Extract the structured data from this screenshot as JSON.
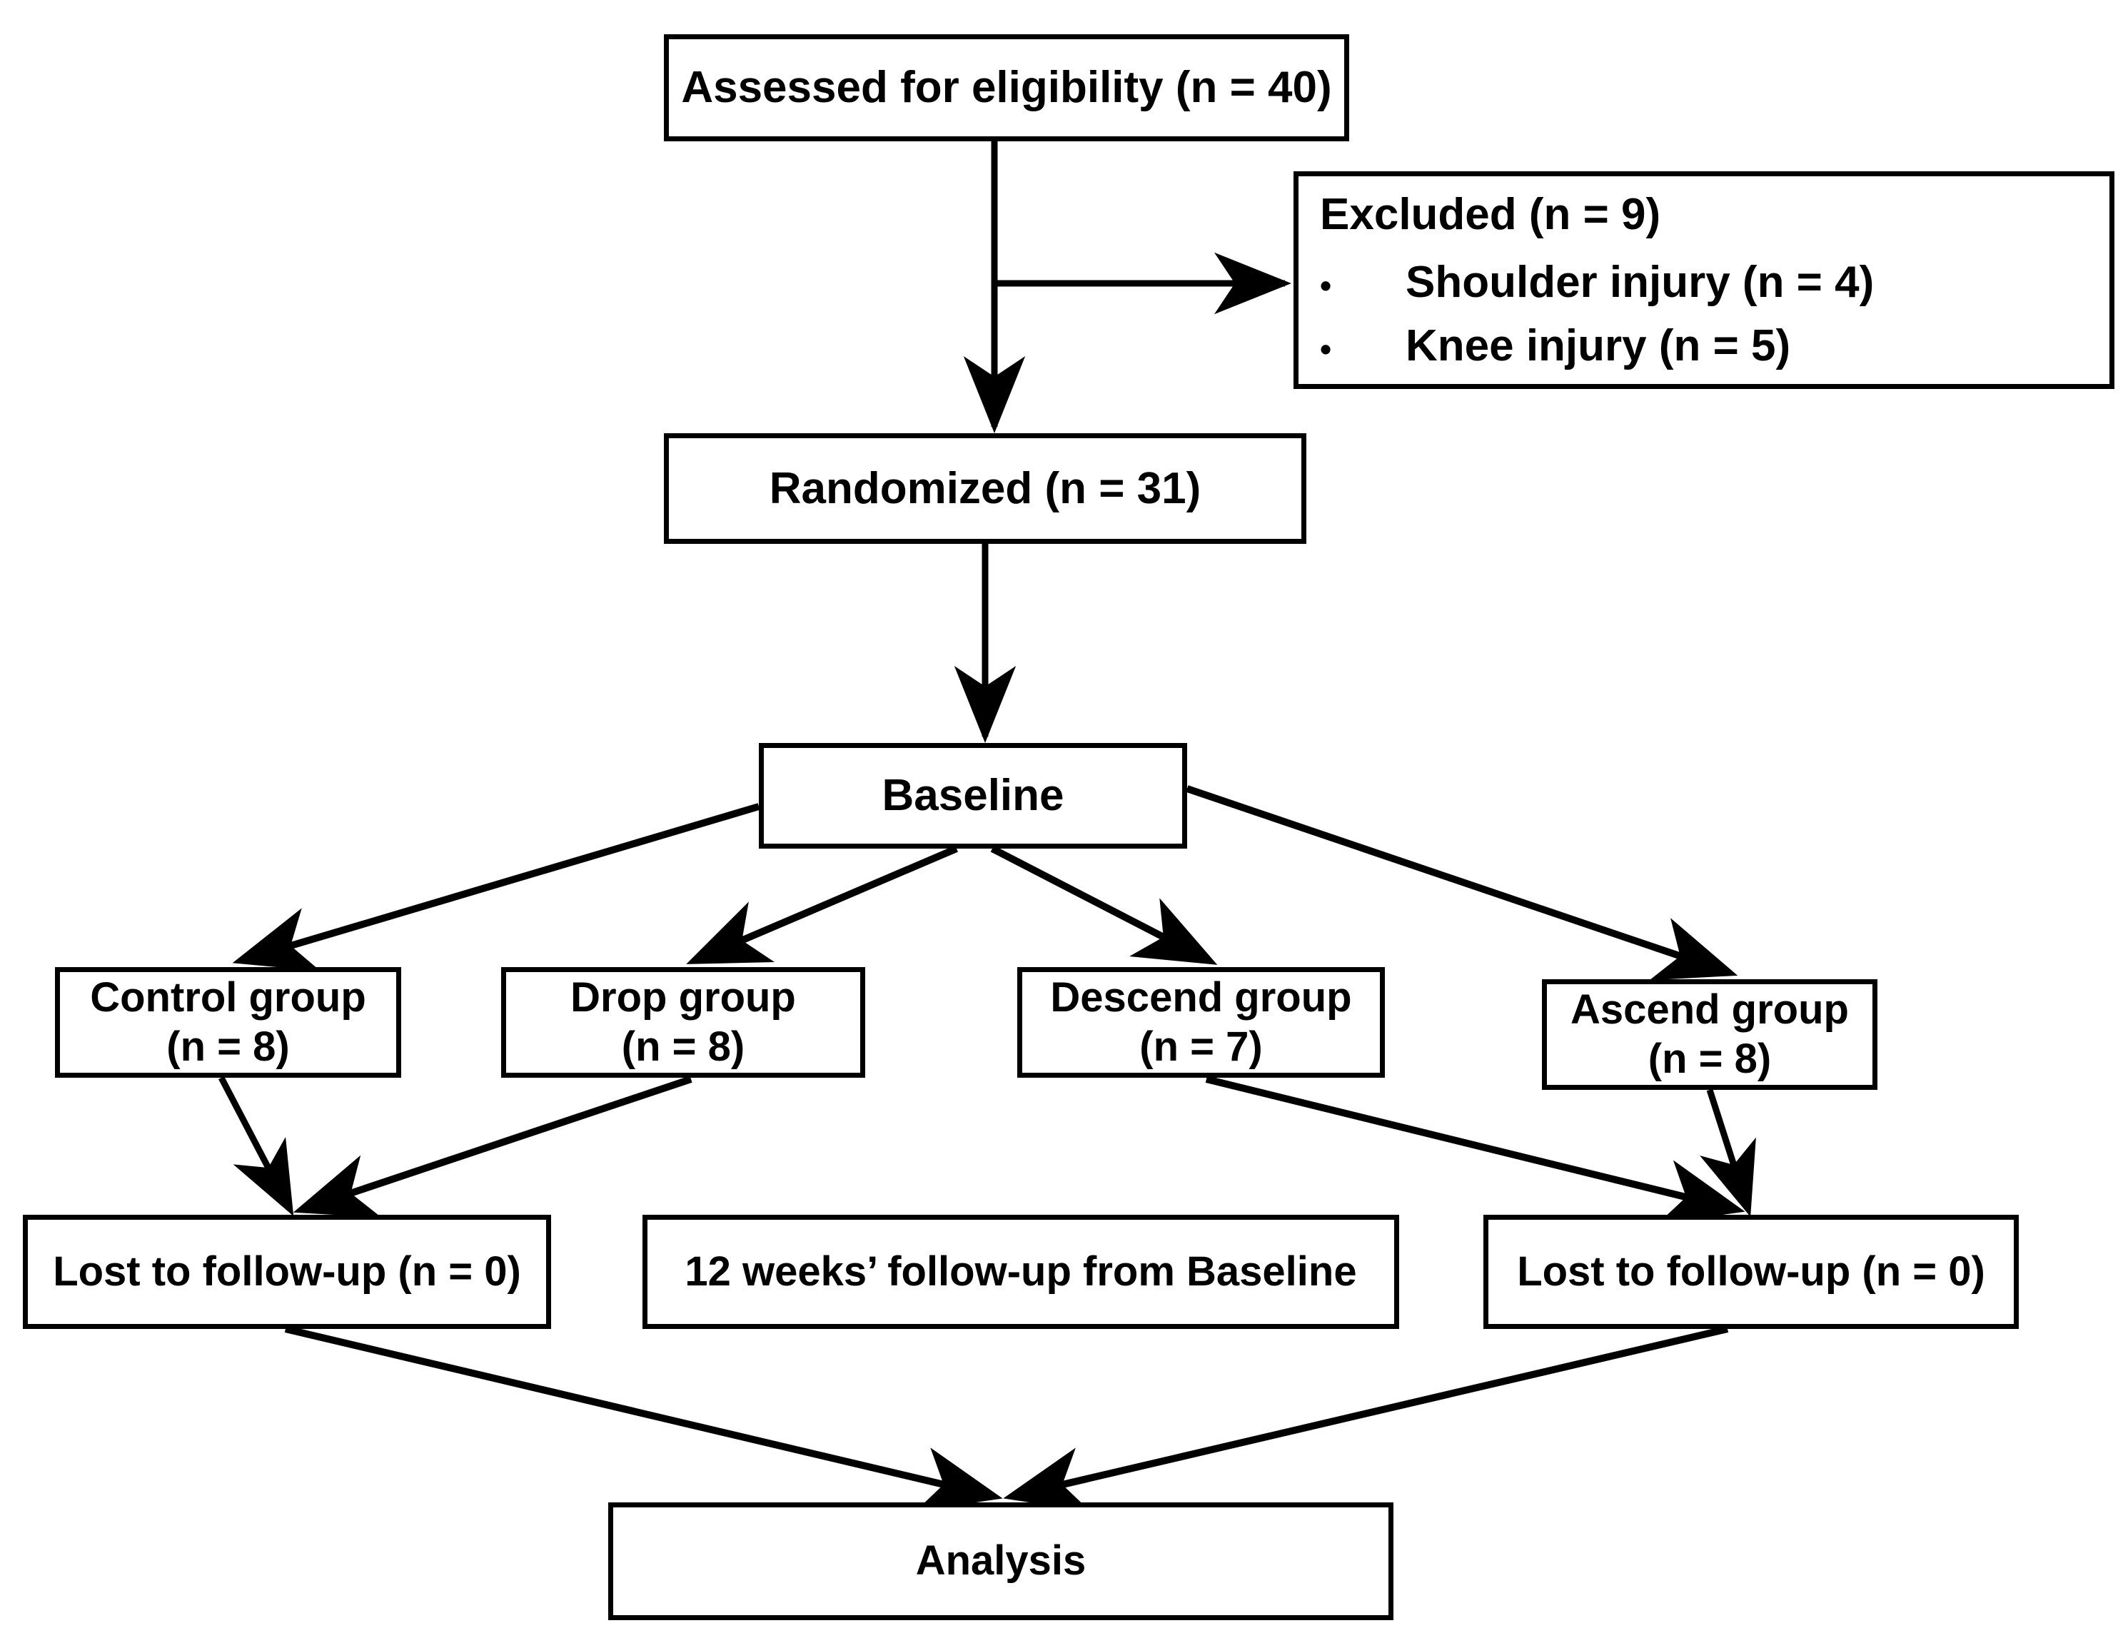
{
  "diagram": {
    "title": "CONSORT participant flow diagram",
    "stroke_color": "#000000",
    "background_color": "#ffffff",
    "nodes": {
      "assessed": {
        "label": "Assessed for eligibility (n = 40)",
        "n": 40
      },
      "excluded": {
        "heading": "Excluded (n = 9)",
        "n": 9,
        "reasons": [
          {
            "bullet": "•",
            "label": "Shoulder injury (n = 4)",
            "n": 4
          },
          {
            "bullet": "•",
            "label": "Knee injury (n = 5)",
            "n": 5
          }
        ]
      },
      "randomized": {
        "label": "Randomized (n = 31)",
        "n": 31
      },
      "baseline": {
        "label": "Baseline"
      },
      "control_group": {
        "line1": "Control group",
        "line2": "(n = 8)",
        "n": 8
      },
      "drop_group": {
        "line1": "Drop group",
        "line2": "(n = 8)",
        "n": 8
      },
      "descend_group": {
        "line1": "Descend group",
        "line2": "(n = 7)",
        "n": 7
      },
      "ascend_group": {
        "line1": "Ascend group",
        "line2": "(n = 8)",
        "n": 8
      },
      "lost_left": {
        "label": "Lost to follow-up (n = 0)",
        "n": 0
      },
      "followup": {
        "label": "12 weeks’ follow-up from Baseline",
        "weeks": 12
      },
      "lost_right": {
        "label": "Lost to follow-up (n = 0)",
        "n": 0
      },
      "analysis": {
        "label": "Analysis"
      }
    },
    "edges": [
      {
        "from": "assessed",
        "to": "randomized",
        "style": "straight-down-arrow"
      },
      {
        "from": "assessed",
        "to": "excluded",
        "style": "branch-right-arrow"
      },
      {
        "from": "randomized",
        "to": "baseline",
        "style": "straight-down-arrow"
      },
      {
        "from": "baseline",
        "to": "control_group",
        "style": "diagonal-arrow"
      },
      {
        "from": "baseline",
        "to": "drop_group",
        "style": "diagonal-arrow"
      },
      {
        "from": "baseline",
        "to": "descend_group",
        "style": "diagonal-arrow"
      },
      {
        "from": "baseline",
        "to": "ascend_group",
        "style": "diagonal-arrow"
      },
      {
        "from": "control_group",
        "to": "lost_left",
        "style": "diagonal-arrow"
      },
      {
        "from": "drop_group",
        "to": "lost_left",
        "style": "diagonal-arrow"
      },
      {
        "from": "descend_group",
        "to": "lost_right",
        "style": "diagonal-arrow"
      },
      {
        "from": "ascend_group",
        "to": "lost_right",
        "style": "diagonal-arrow"
      },
      {
        "from": "lost_left",
        "to": "analysis",
        "style": "diagonal-arrow"
      },
      {
        "from": "lost_right",
        "to": "analysis",
        "style": "diagonal-arrow"
      }
    ]
  }
}
